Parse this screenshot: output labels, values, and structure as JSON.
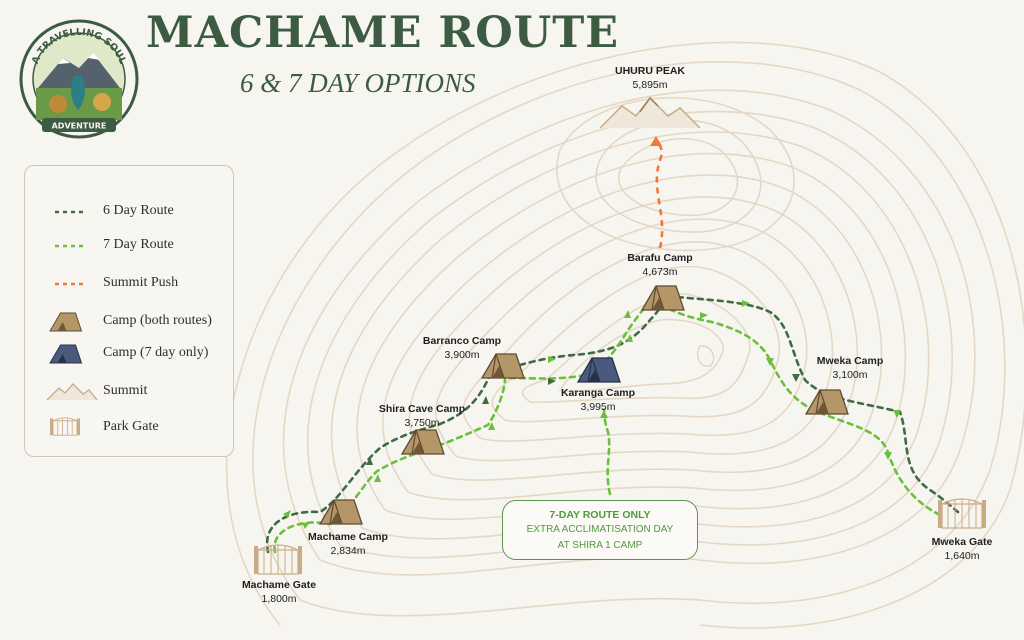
{
  "header": {
    "title": "MACHAME ROUTE",
    "subtitle": "6 & 7 DAY OPTIONS"
  },
  "logo": {
    "text_top": "A TRAVELLING SOUL",
    "text_bottom": "ADVENTURE"
  },
  "legend": {
    "items": [
      {
        "label": "6 Day Route",
        "icon": "dark-green-dashed-line"
      },
      {
        "label": "7 Day Route",
        "icon": "light-green-dashed-line"
      },
      {
        "label": "Summit Push",
        "icon": "orange-dashed-line"
      },
      {
        "label": "Camp (both routes)",
        "icon": "tan-tent-icon"
      },
      {
        "label": "Camp (7 day only)",
        "icon": "blue-tent-icon"
      },
      {
        "label": "Summit",
        "icon": "mountain-icon"
      },
      {
        "label": "Park Gate",
        "icon": "gate-icon"
      }
    ]
  },
  "places": {
    "uhuru_peak": {
      "name": "UHURU PEAK",
      "elevation": "5,895m"
    },
    "barafu": {
      "name": "Barafu Camp",
      "elevation": "4,673m"
    },
    "barranco": {
      "name": "Barranco Camp",
      "elevation": "3,900m"
    },
    "karanga": {
      "name": "Karanga Camp",
      "elevation": "3,995m"
    },
    "shira_cave": {
      "name": "Shira Cave Camp",
      "elevation": "3,750m"
    },
    "machame_camp": {
      "name": "Machame Camp",
      "elevation": "2,834m"
    },
    "machame_gate": {
      "name": "Machame Gate",
      "elevation": "1,800m"
    },
    "mweka_camp": {
      "name": "Mweka Camp",
      "elevation": "3,100m"
    },
    "mweka_gate": {
      "name": "Mweka Gate",
      "elevation": "1,640m"
    }
  },
  "callout": {
    "title": "7-DAY ROUTE ONLY",
    "line1": "EXTRA ACCLIMATISATION DAY",
    "line2": "AT SHIRA 1 CAMP"
  },
  "colors": {
    "route_6_day": "#3f6b45",
    "route_7_day": "#6cbf3c",
    "summit_push": "#f07a35",
    "tent_both": "#b49668",
    "tent_7day": "#4a5a7c",
    "contour": "#e4d8c4",
    "title": "#3d5a42"
  }
}
